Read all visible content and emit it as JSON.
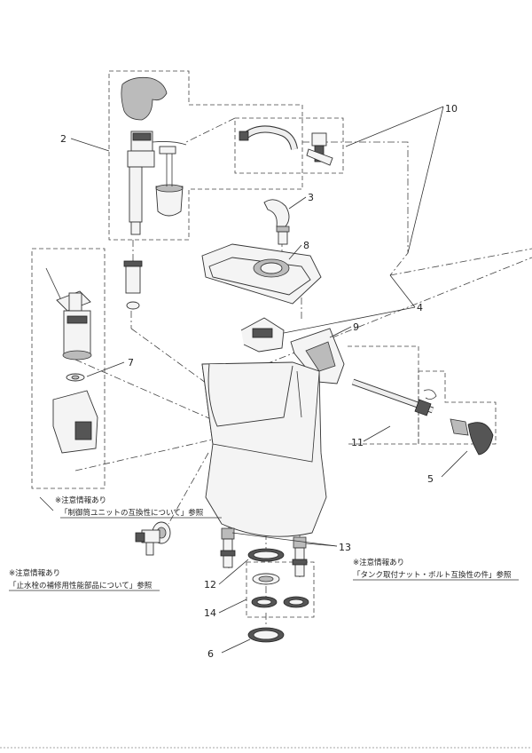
{
  "callouts": {
    "c2": "2",
    "c3": "3",
    "c4": "4",
    "c5": "5",
    "c6": "6",
    "c7": "7",
    "c8": "8",
    "c9": "9",
    "c10": "10",
    "c11": "11",
    "c12": "12",
    "c13": "13",
    "c14": "14"
  },
  "notes": {
    "unit_flag": "※注意情報あり",
    "unit_text": "「制御筒ユニットの互換性について」参照",
    "stopvalve_flag": "※注意情報あり",
    "stopvalve_text": "「止水栓の補修用性能部品について」参照",
    "nut_flag": "※注意情報あり",
    "nut_text": "「タンク取付ナット・ボルト互換性の件」参照"
  }
}
